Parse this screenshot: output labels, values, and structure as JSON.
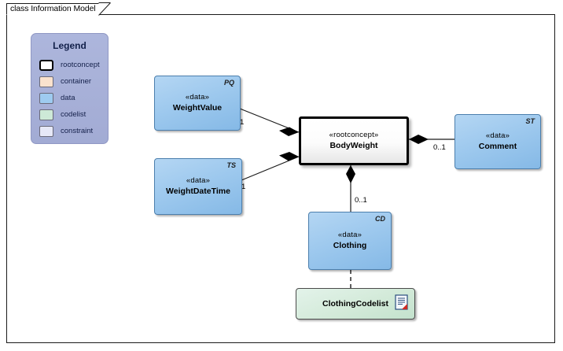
{
  "diagram": {
    "title": "class Information Model",
    "background_color": "#ffffff",
    "frame_border_color": "#1a1a1a"
  },
  "legend": {
    "title": "Legend",
    "panel_color": "#a8b1d8",
    "items": [
      {
        "label": "rootconcept",
        "color": "#ffffff",
        "swatch_name": "swatch-rootconcept"
      },
      {
        "label": "container",
        "color": "#fae2ce",
        "swatch_name": "swatch-container"
      },
      {
        "label": "data",
        "color": "#9ecbf0",
        "swatch_name": "swatch-data"
      },
      {
        "label": "codelist",
        "color": "#cde9d7",
        "swatch_name": "swatch-codelist"
      },
      {
        "label": "constraint",
        "color": "#e6e8f7",
        "swatch_name": "swatch-constraint"
      }
    ]
  },
  "classes": [
    {
      "id": "weightvalue",
      "stereotype": "«data»",
      "name": "WeightValue",
      "tag": "PQ",
      "kind": "data"
    },
    {
      "id": "weightdatetime",
      "stereotype": "«data»",
      "name": "WeightDateTime",
      "tag": "TS",
      "kind": "data"
    },
    {
      "id": "bodyweight",
      "stereotype": "«rootconcept»",
      "name": "BodyWeight",
      "tag": "",
      "kind": "rootconcept"
    },
    {
      "id": "comment",
      "stereotype": "«data»",
      "name": "Comment",
      "tag": "ST",
      "kind": "data"
    },
    {
      "id": "clothing",
      "stereotype": "«data»",
      "name": "Clothing",
      "tag": "CD",
      "kind": "data"
    },
    {
      "id": "clothingcodelist",
      "stereotype": "",
      "name": "ClothingCodelist",
      "tag": "",
      "kind": "codelist"
    }
  ],
  "associations": [
    {
      "id": "bodyweight-weightvalue",
      "source": "BodyWeight",
      "target": "WeightValue",
      "type": "composition",
      "multiplicity": "1"
    },
    {
      "id": "bodyweight-weightdatetime",
      "source": "BodyWeight",
      "target": "WeightDateTime",
      "type": "composition",
      "multiplicity": "1"
    },
    {
      "id": "bodyweight-comment",
      "source": "BodyWeight",
      "target": "Comment",
      "type": "composition",
      "multiplicity": "0..1"
    },
    {
      "id": "bodyweight-clothing",
      "source": "BodyWeight",
      "target": "Clothing",
      "type": "composition",
      "multiplicity": "0..1"
    },
    {
      "id": "clothing-clothingcodelist",
      "source": "Clothing",
      "target": "ClothingCodelist",
      "type": "dependency",
      "multiplicity": ""
    }
  ],
  "icons": {
    "document_icon": "document-note-icon"
  }
}
